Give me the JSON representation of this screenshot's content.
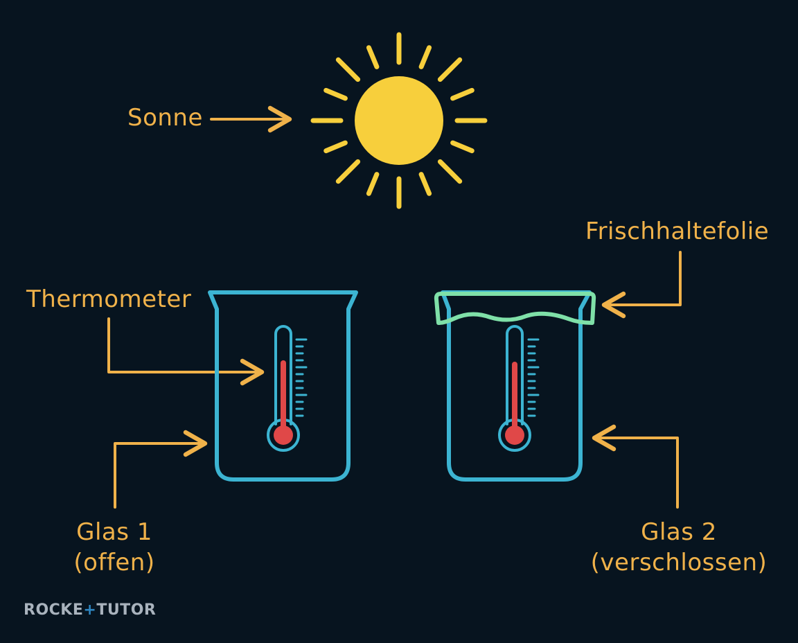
{
  "labels": {
    "sun": "Sonne",
    "film": "Frischhaltefolie",
    "thermometer": "Thermometer",
    "glass1_line1": "Glas 1",
    "glass1_line2": "(offen)",
    "glass2_line1": "Glas 2",
    "glass2_line2": "(verschlossen)"
  },
  "logo": {
    "part1": "ROCKE",
    "mark": "+",
    "part2": "TUTOR"
  },
  "colors": {
    "background": "#07141f",
    "label": "#f0b24a",
    "sun": "#f7cf3c",
    "glass": "#3cb4d2",
    "film": "#7fe0a8",
    "mercury": "#e04848",
    "logo": "#a9b3bd",
    "logo_mark": "#2e86c1"
  },
  "icons": [
    "sun-icon",
    "beaker-icon",
    "thermometer-icon",
    "arrow-icon"
  ]
}
